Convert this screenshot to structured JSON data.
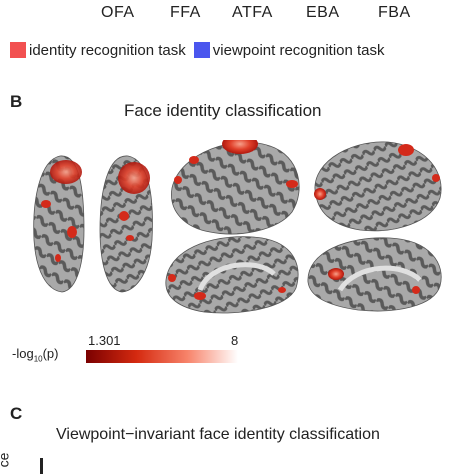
{
  "roi_labels": [
    "OFA",
    "FFA",
    "ATFA",
    "EBA",
    "FBA"
  ],
  "legend": [
    {
      "label": "identity recognition task",
      "color": "#f25050"
    },
    {
      "label": "viewpoint recognition task",
      "color": "#4a56ee"
    }
  ],
  "panel_b": {
    "letter": "B",
    "title": "Face identity classification"
  },
  "colorbar": {
    "label_prefix": "-log",
    "label_sub": "10",
    "label_suffix": "(p)",
    "min": "1.301",
    "max": "8",
    "color_low": "#7a0000",
    "color_high": "#ffffff"
  },
  "panel_c": {
    "letter": "C",
    "title": "Viewpoint−invariant face identity classification",
    "y_axis_fragment": "ce"
  },
  "colors": {
    "brain_gyri": "#a9a9a9",
    "brain_sulci": "#5a5a5a",
    "activation": "#d42a1a",
    "activation_light": "#f07a5a"
  }
}
